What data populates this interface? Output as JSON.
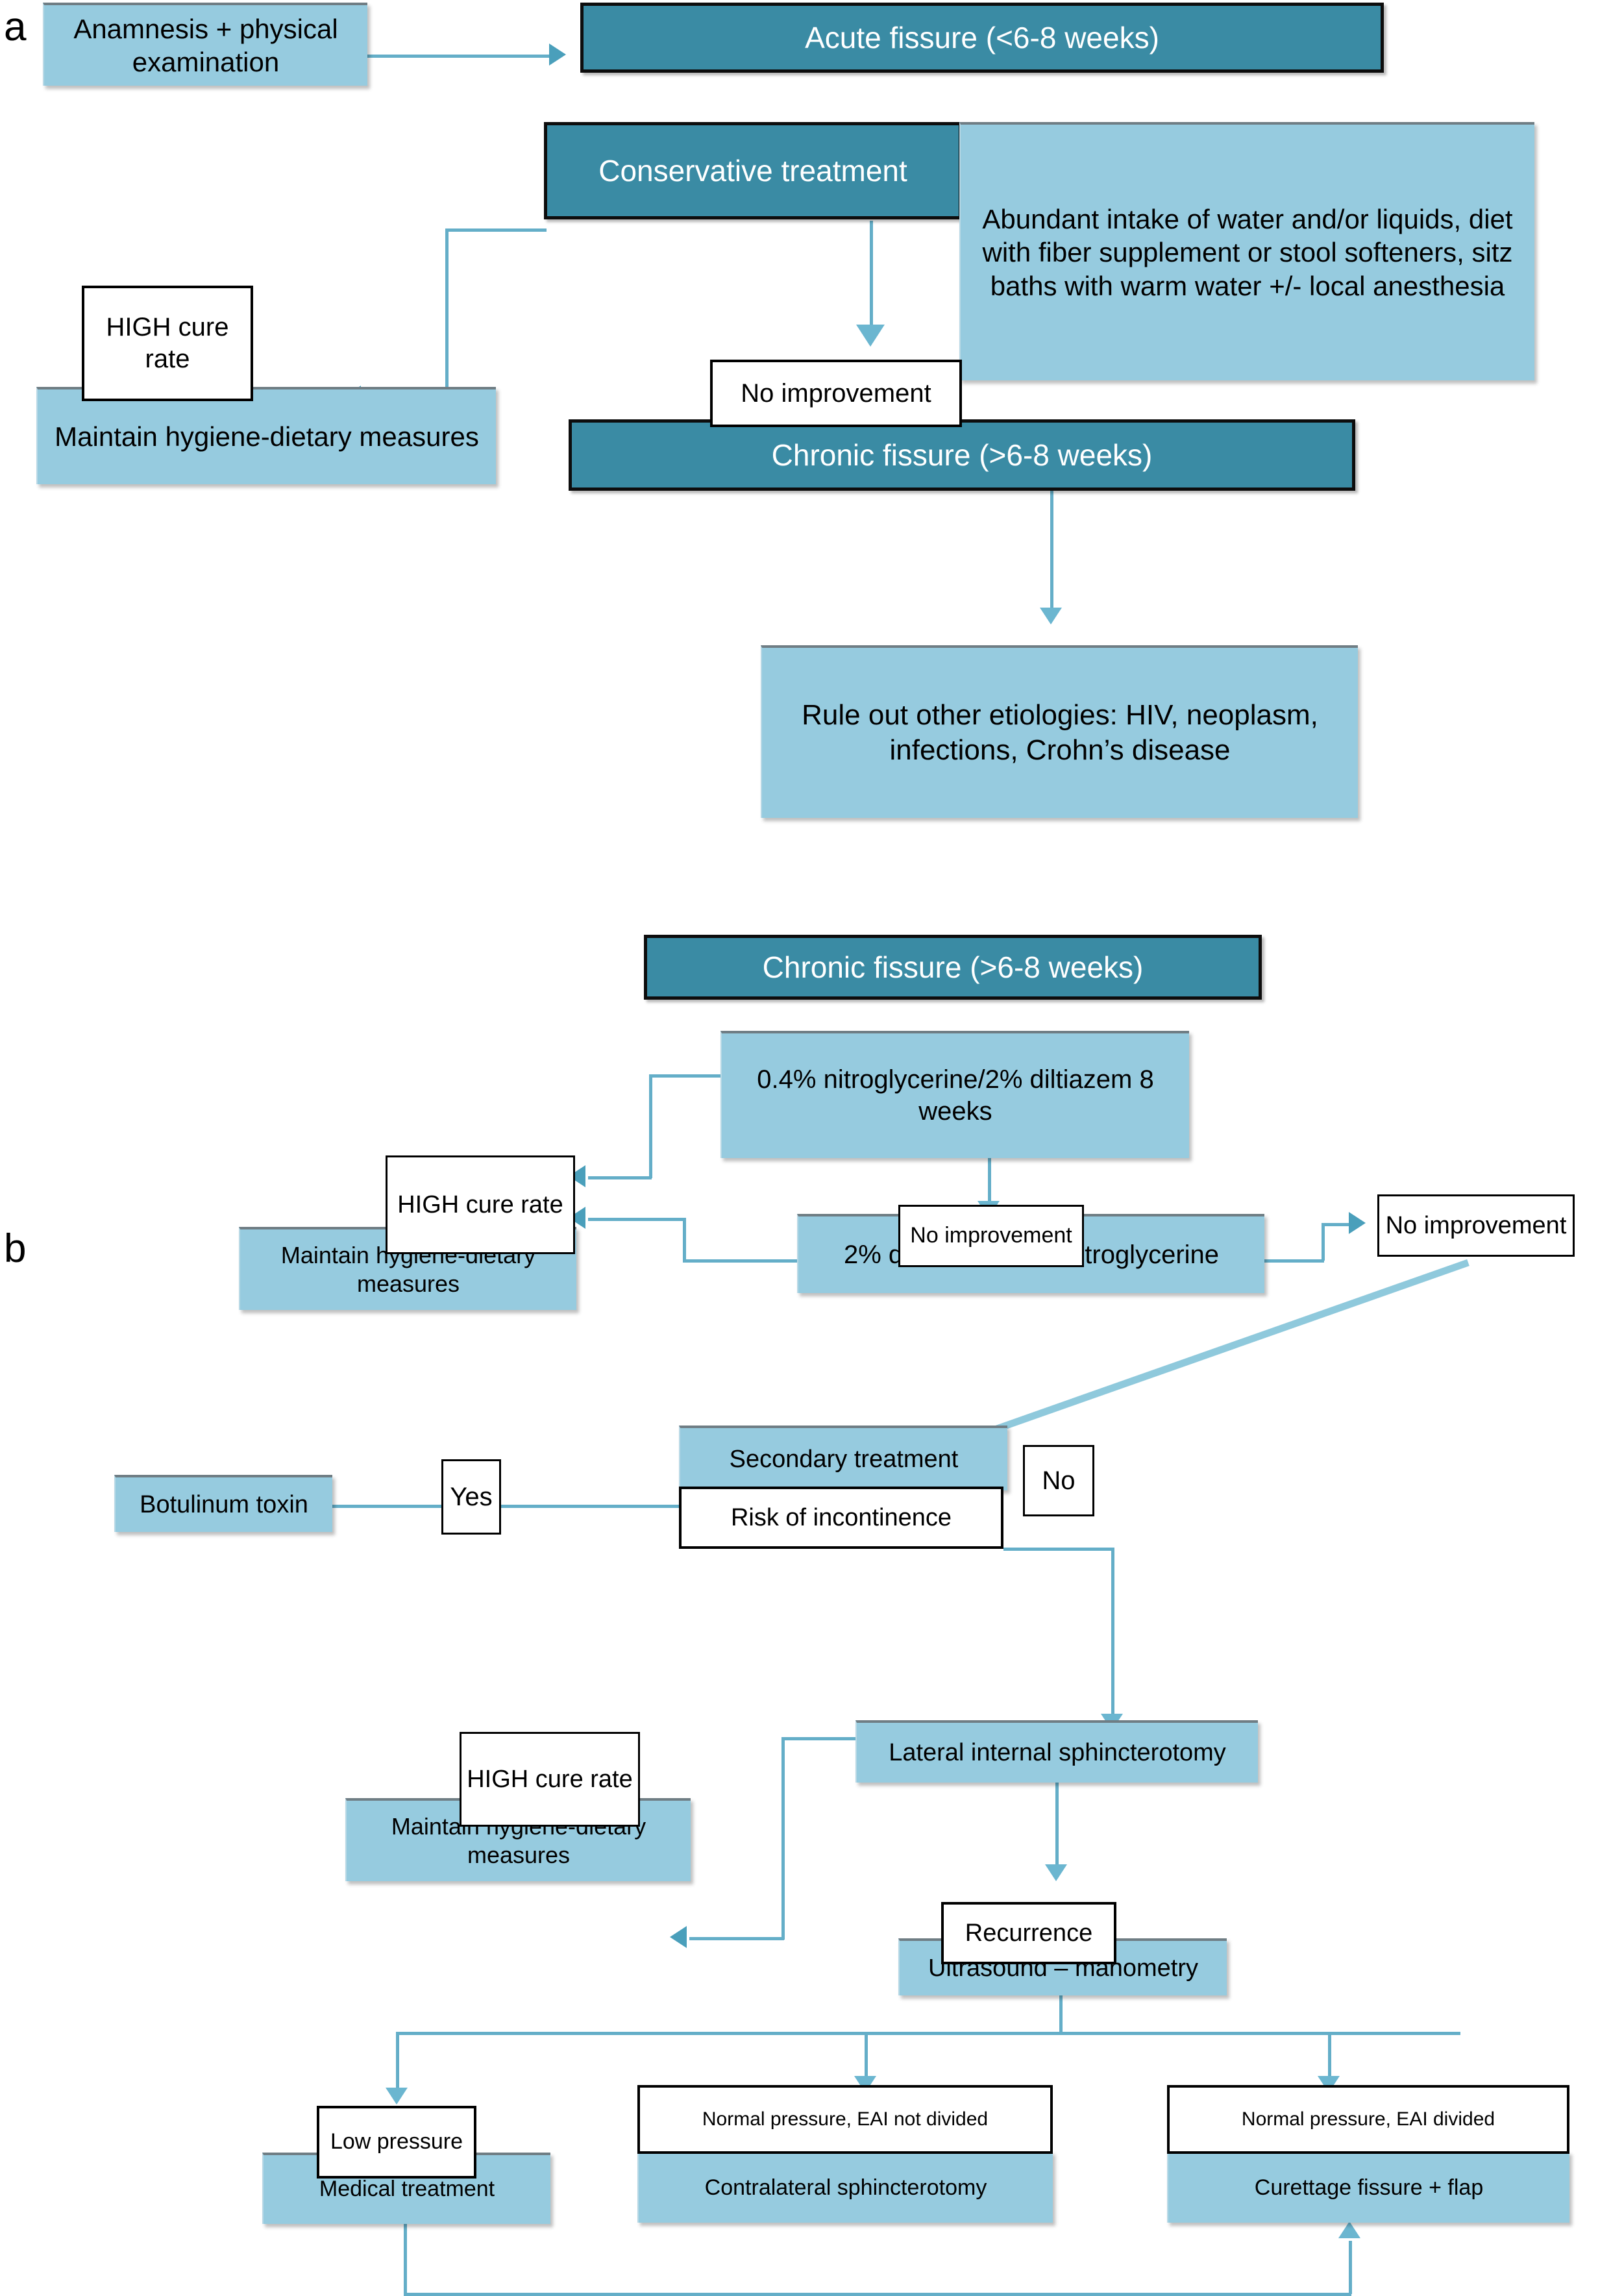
{
  "figure": {
    "type": "clinical-algorithm-flowchart",
    "panels": [
      {
        "id": "a",
        "label": "a"
      },
      {
        "id": "b",
        "label": "b"
      }
    ],
    "colors": {
      "dark_teal": "#3a8ba4",
      "light_blue": "#96cbdf",
      "connector_blue": "#64aec8",
      "connector_blue_thick": "#8fc9dc",
      "white_box": "#ffffff",
      "outline_black": "#000000"
    }
  },
  "panel_a": {
    "label": "a",
    "nodes": {
      "anamnesis": "Anamnesis + physical examination",
      "acute_fissure": "Acute fissure (<6-8 weeks)",
      "conservative_treatment": "Conservative treatment",
      "conservative_detail": "Abundant intake of water and/or liquids, diet with fiber supplement or stool softeners, sitz baths with warm water +/- local anesthesia",
      "high_cure_rate": "HIGH cure rate",
      "maintain_measures": "Maintain hygiene-dietary measures",
      "no_improvement": "No improvement",
      "chronic_fissure": "Chronic fissure (>6-8 weeks)",
      "rule_out": "Rule out other etiologies: HIV, neoplasm, infections, Crohn’s disease"
    }
  },
  "panel_b": {
    "label": "b",
    "nodes": {
      "chronic_fissure": "Chronic fissure (>6-8 weeks)",
      "first_line_drug": "0.4% nitroglycerine/2% diltiazem 8 weeks",
      "high_cure_rate_1": "HIGH cure rate",
      "maintain_measures_1": "Maintain hygiene-dietary measures",
      "no_improvement_1": "No improvement",
      "second_line_drug": "2% diltiazem/0.4% nitroglycerine",
      "no_improvement_2": "No improvement",
      "secondary_treatment": "Secondary treatment",
      "risk_of_incontinence": "Risk of incontinence",
      "yes_label": "Yes",
      "no_label": "No",
      "botulinum_toxin": "Botulinum toxin",
      "lateral_sphincterotomy": "Lateral internal sphincterotomy",
      "high_cure_rate_2": "HIGH cure rate",
      "maintain_measures_2": "Maintain hygiene-dietary measures",
      "recurrence": "Recurrence",
      "ultrasound_manometry": "Ultrasound – manometry",
      "low_pressure": "Low pressure",
      "medical_treatment": "Medical treatment",
      "normal_pressure_not_divided": "Normal pressure, EAI not divided",
      "contralateral_sphincterotomy": "Contralateral sphincterotomy",
      "normal_pressure_divided": "Normal pressure, EAI divided",
      "curettage_flap": "Curettage fissure + flap"
    }
  }
}
